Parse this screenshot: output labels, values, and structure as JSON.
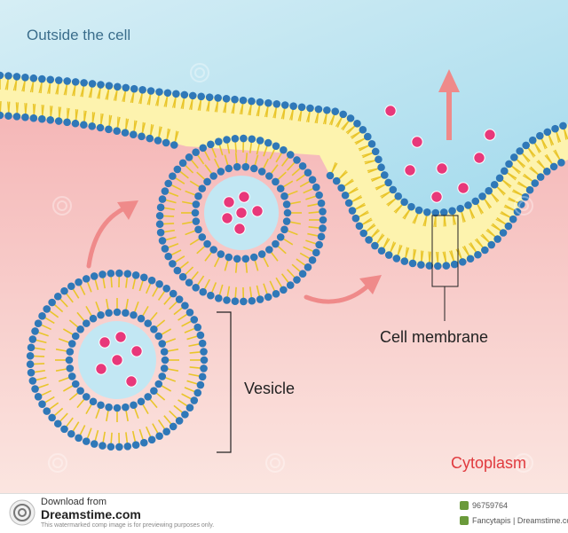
{
  "labels": {
    "outside": "Outside  the  cell",
    "cell_membrane": "Cell membrane",
    "vesicle": "Vesicle",
    "cytoplasm": "Cytoplasm"
  },
  "footer": {
    "download": "Download from",
    "brand": "Dreamstime.com",
    "note": "This watermarked comp image is for previewing purposes only.",
    "image_id": "96759764",
    "credit": "Fancytapis | Dreamstime.com"
  },
  "colors": {
    "outside_top": "#cfeaf2",
    "outside_bottom": "#9fd8ec",
    "cytoplasm_top": "#f2a8aa",
    "cytoplasm_bottom": "#fbe3df",
    "lipid_head": "#2f78b8",
    "lipid_tail": "#e9c52a",
    "membrane_core": "#fdf2a8",
    "vesicle_lumen": "#bfe6f2",
    "cargo": "#e8387a",
    "arrow": "#ef8a8a"
  },
  "icons": [
    "dreamstime-logo-icon",
    "spiral-watermark-icon",
    "arrow-up-icon",
    "curved-arrow-icon"
  ]
}
